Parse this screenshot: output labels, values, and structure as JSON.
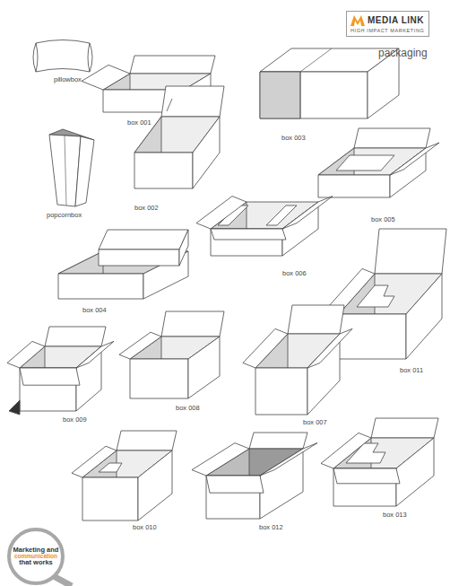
{
  "diagram": {
    "nodes": [
      {
        "text": [
          "MEDIA LINK",
          "HIGH IMPACT MARKETING"
        ]
      },
      {
        "text": [
          "Marketing and",
          "communication",
          "that works"
        ]
      }
    ],
    "labels": [
      "packaging",
      "pillowbox",
      "box 001",
      "box 003",
      "popcornbox",
      "box 002",
      "box 005",
      "box 006",
      "box 004",
      "box 011",
      "box 009",
      "box 008",
      "box 007",
      "box 010",
      "box 012",
      "box 013"
    ]
  }
}
